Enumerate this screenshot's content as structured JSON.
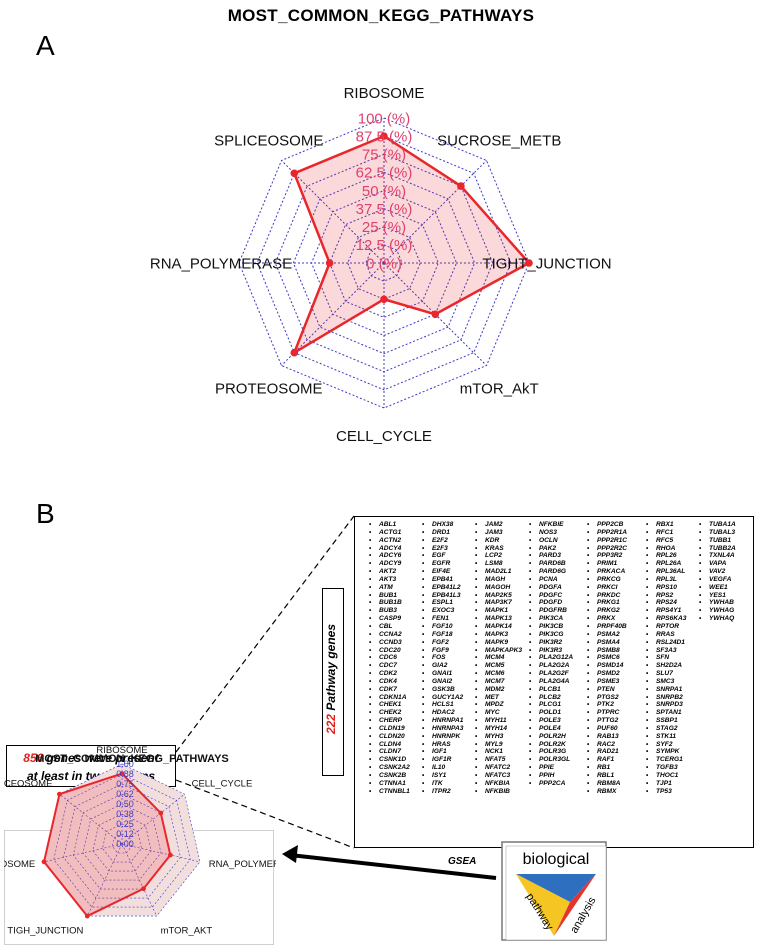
{
  "panel_a": {
    "title": "MOST_COMMON_KEGG_PATHWAYS",
    "letter": "A"
  },
  "panel_b": {
    "letter": "B",
    "genes_present": {
      "count": "856",
      "line1": " genes were present",
      "line2": "at least in two screens"
    },
    "pathway_genes": {
      "count": "222",
      "label": " Pathway genes"
    },
    "gsea_label": "GSEA",
    "logo": {
      "word1": "biological",
      "word2": "pathway",
      "word3": "analysis"
    },
    "gene_columns": [
      [
        "ABL1",
        "ACTG1",
        "ACTN2",
        "ADCY4",
        "ADCY6",
        "ADCY9",
        "AKT2",
        "AKT3",
        "ATM",
        "BUB1",
        "BUB1B",
        "BUB3",
        "CASP9",
        "CBL",
        "CCNA2",
        "CCND3",
        "CDC20",
        "CDC6",
        "CDC7",
        "CDK2",
        "CDK4",
        "CDK7",
        "CDKN1A",
        "CHEK1",
        "CHEK2",
        "CHERP",
        "CLDN19",
        "CLDN20",
        "CLDN4",
        "CLDN7",
        "CSNK1D",
        "CSNK2A2",
        "CSNK2B",
        "CTNNA1",
        "CTNNBL1"
      ],
      [
        "DHX38",
        "DRD1",
        "E2F2",
        "E2F3",
        "EGF",
        "EGFR",
        "EIF4E",
        "EPB41",
        "EPB41L2",
        "EPB41L3",
        "ESPL1",
        "EXOC3",
        "FEN1",
        "FGF10",
        "FGF18",
        "FGF2",
        "FGF9",
        "FOS",
        "GIA2",
        "GNAI1",
        "GNAI2",
        "GSK3B",
        "GUCY1A2",
        "HCLS1",
        "HDAC2",
        "HNRNPA1",
        "HNRNPA3",
        "HNRNPK",
        "HRAS",
        "IGF1",
        "IGF1R",
        "IL10",
        "ISY1",
        "ITK",
        "ITPR2"
      ],
      [
        "JAM2",
        "JAM3",
        "KDR",
        "KRAS",
        "LCP2",
        "LSM8",
        "MAD2L1",
        "MAGH",
        "MAGOH",
        "MAP2K5",
        "MAP3K7",
        "MAPK1",
        "MAPK13",
        "MAPK14",
        "MAPK3",
        "MAPK9",
        "MAPKAPK3",
        "MCM4",
        "MCM5",
        "MCM6",
        "MCM7",
        "MDM2",
        "MET",
        "MPDZ",
        "MYC",
        "MYH11",
        "MYH14",
        "MYH3",
        "MYL9",
        "NCK1",
        "NFAT5",
        "NFATC2",
        "NFATC3",
        "NFKBIA",
        "NFKBIB"
      ],
      [
        "NFKBIE",
        "NOS3",
        "OCLN",
        "PAK2",
        "PARD3",
        "PARD6B",
        "PARD6G",
        "PCNA",
        "PDGFA",
        "PDGFC",
        "PDGFD",
        "PDGFRB",
        "PIK3CA",
        "PIK3CB",
        "PIK3CG",
        "PIK3R2",
        "PIK3R3",
        "PLA2G12A",
        "PLA2G2A",
        "PLA2G2F",
        "PLA2G4A",
        "PLCB1",
        "PLCB2",
        "PLCG1",
        "POLD1",
        "POLE3",
        "POLE4",
        "POLR2H",
        "POLR2K",
        "POLR3G",
        "POLR3GL",
        "PPIE",
        "PPIH",
        "PPP2CA"
      ],
      [
        "PPP2CB",
        "PPP2R1A",
        "PPP2R1C",
        "PPP2R2C",
        "PPP3R2",
        "PRIM1",
        "PRKACA",
        "PRKCG",
        "PRKCI",
        "PRKDC",
        "PRKG1",
        "PRKG2",
        "PRKX",
        "PRPF40B",
        "PSMA2",
        "PSMA4",
        "PSMB8",
        "PSMC6",
        "PSMD14",
        "PSMD2",
        "PSME3",
        "PTEN",
        "PTGS2",
        "PTK2",
        "PTPRC",
        "PTTG2",
        "PUF60",
        "RAB13",
        "RAC2",
        "RAD21",
        "RAF1",
        "RB1",
        "RBL1",
        "RBM8A",
        "RBMX"
      ],
      [
        "RBX1",
        "RFC1",
        "RFC5",
        "RHOA",
        "RPL26",
        "RPL26A",
        "RPL36AL",
        "RPL3L",
        "RPS10",
        "RPS2",
        "RPS24",
        "RPS4Y1",
        "RPS6KA3",
        "RPTOR",
        "RRAS",
        "RSL24D1",
        "SF3A3",
        "SFN",
        "SH2D2A",
        "SLU7",
        "SMC3",
        "SNRPA1",
        "SNRPB2",
        "SNRPD3",
        "SPTAN1",
        "SSBP1",
        "STAG2",
        "STK11",
        "SYF2",
        "SYMPK",
        "TCERG1",
        "TGFB3",
        "THOC1",
        "TJP1",
        "TP53"
      ],
      [
        "TUBA1A",
        "TUBAL3",
        "TUBB1",
        "TUBB2A",
        "TXNL4A",
        "VAPA",
        "VAV2",
        "VEGFA",
        "WEE1",
        "YES1",
        "YWHAB",
        "YWHAG",
        "YWHAQ"
      ]
    ]
  },
  "colors": {
    "accent": "#e8262b",
    "fill": "#f7d0d0",
    "grid": "#3b3bc4",
    "pct": "#e0406f"
  },
  "chart_data": [
    {
      "type": "radar",
      "title": "MOST_COMMON_KEGG_PATHWAYS",
      "axes": [
        "RIBOSOME",
        "SUCROSE_METB",
        "TIGHT_JUNCTION",
        "mTOR_AkT",
        "CELL_CYCLE",
        "PROTEOSOME",
        "RNA_POLYMERASE",
        "SPLICEOSOME"
      ],
      "values": [
        87.5,
        75,
        100,
        50,
        25,
        87.5,
        37.5,
        87.5
      ],
      "tick_labels": [
        "0 (%)",
        "12.5 (%)",
        "25 (%)",
        "37.5 (%)",
        "50 (%)",
        "62.5 (%)",
        "75 (%)",
        "87.5 (%)",
        "100 (%)"
      ],
      "range": [
        0,
        100
      ],
      "grid_levels": 8
    },
    {
      "type": "radar",
      "title": "MOST_COMMON_KEGG_PATHWAYS",
      "axes": [
        "RIBOSOME",
        "CELL_CYCLE",
        "RNA_POLYMERASE",
        "mTOR_AKT",
        "TIGH_JUNCTION",
        "PROTEOSOME",
        "SPLICEOSOME"
      ],
      "values": [
        0.88,
        0.62,
        0.62,
        0.62,
        1.0,
        1.0,
        1.0
      ],
      "tick_labels": [
        "0.00",
        "0.12",
        "0.25",
        "0.38",
        "0.50",
        "0.62",
        "0.75",
        "0.88",
        "1.00"
      ],
      "range": [
        0,
        1
      ],
      "grid_levels": 8
    }
  ]
}
